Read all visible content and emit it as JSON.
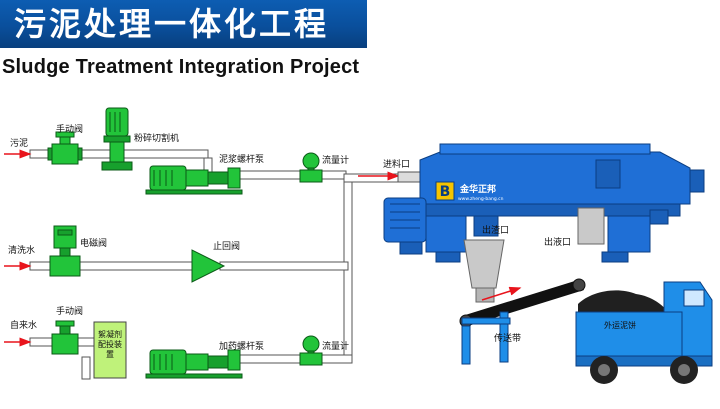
{
  "header": {
    "title": "污泥处理一体化工程",
    "subtitle": "Sludge Treatment Integration Project"
  },
  "colors": {
    "banner_blue": "#0b58a8",
    "pipe_fill": "#ffffff",
    "pump_green": "#22c43a",
    "machine_blue": "#1f6fd6",
    "truck_blue": "#1f8ee8",
    "flow_arrow": "#e8141c",
    "hopper_gray": "#c9c9c9",
    "dosing_box": "#bff27a",
    "belt_black": "#111111"
  },
  "labels": {
    "sludge_inlet": "污泥",
    "manual_valve_1": "手动阀",
    "crusher": "粉碎切割机",
    "sludge_screw_pump": "泥浆螺杆泵",
    "flowmeter_1": "流量计",
    "feed_port": "进料口",
    "clean_water": "清洗水",
    "solenoid_valve": "电磁阀",
    "check_valve": "止回阀",
    "tap_water": "自来水",
    "manual_valve_2": "手动阀",
    "dosing_device": "絮凝剂配投装置",
    "dosing_screw_pump": "加药螺杆泵",
    "flowmeter_2": "流量计",
    "slag_outlet": "出渣口",
    "liquid_outlet": "出液口",
    "conveyor": "传送带",
    "sludge_truck": "外运泥饼",
    "brand": "金华正邦",
    "brand_url": "www.zheng-bang.cn",
    "brand_logo_letter": "B"
  },
  "icons": {
    "inlet_arrows": "arrow-right-icon",
    "logo": "zhengbang-logo-icon"
  }
}
